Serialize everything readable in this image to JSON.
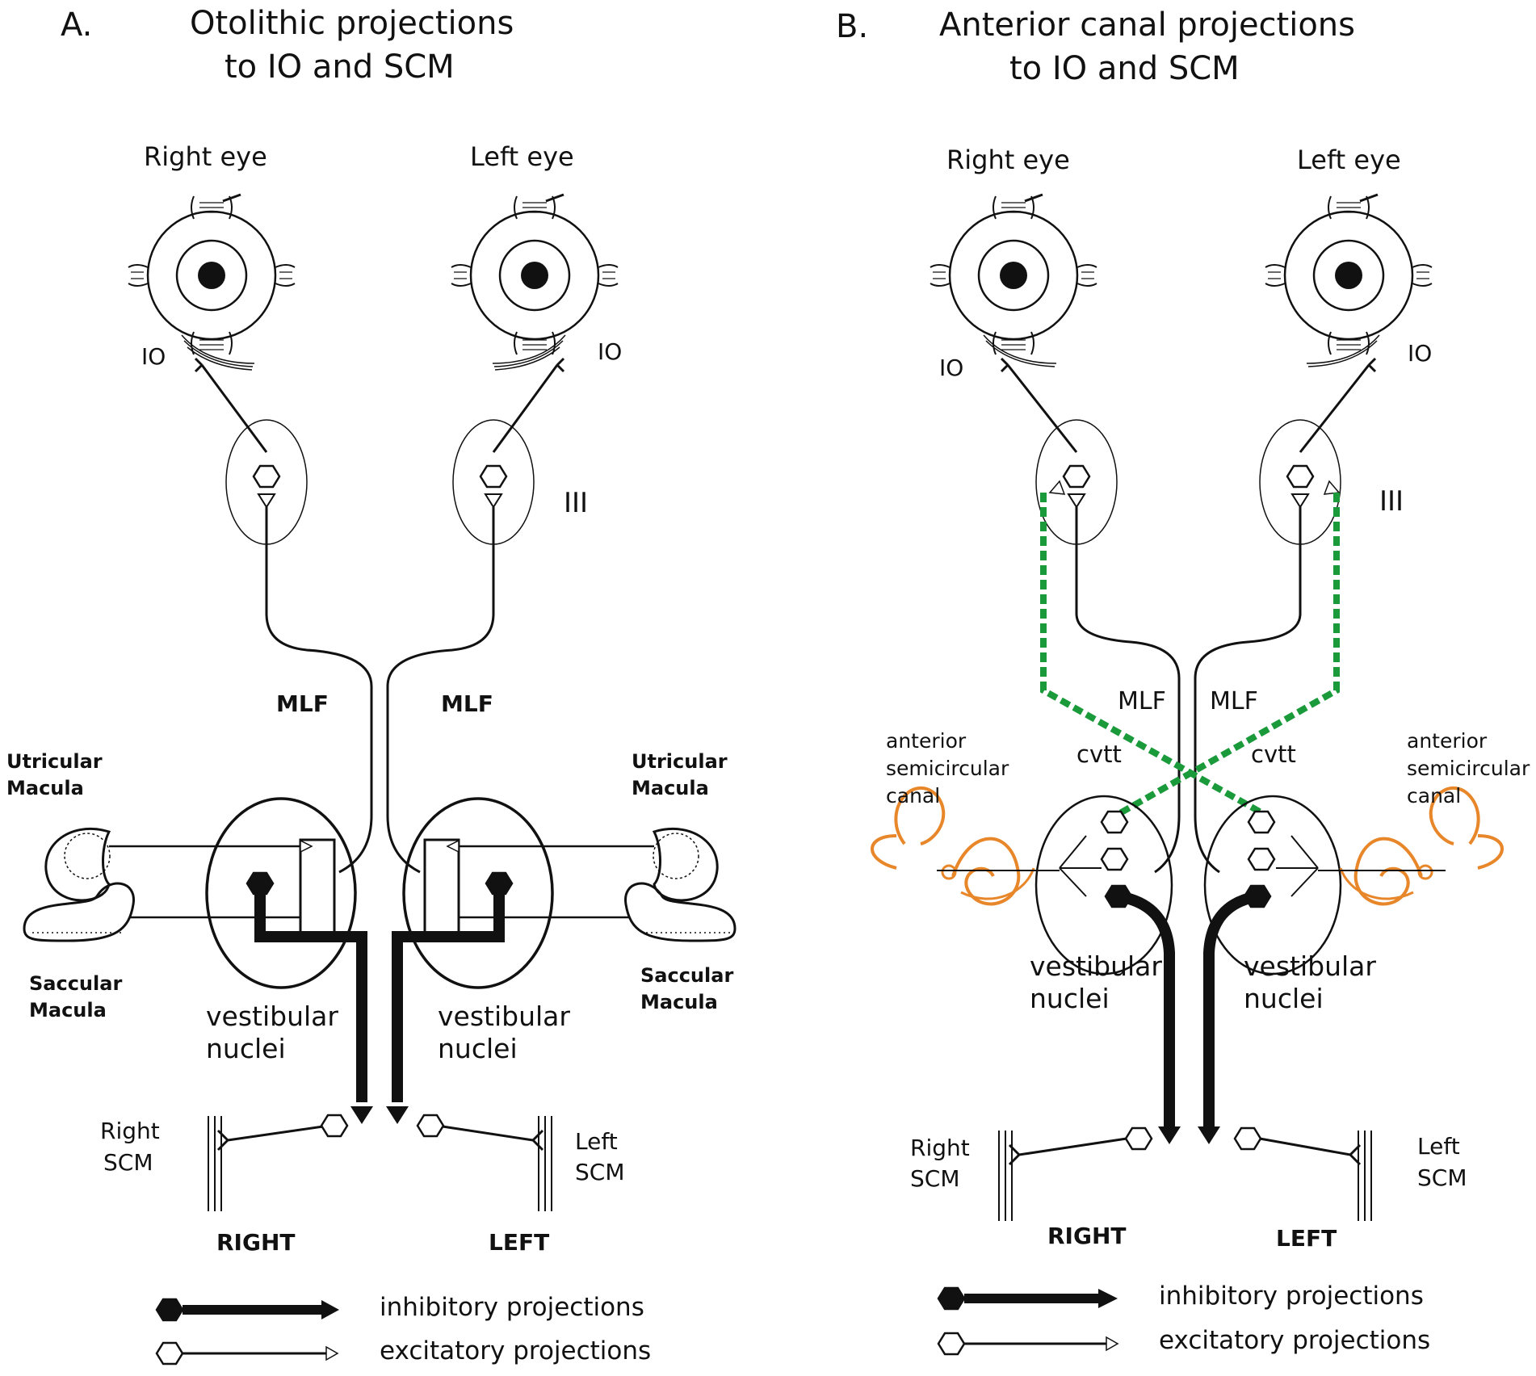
{
  "panelA": {
    "letter": "A.",
    "title_line1": "Otolithic projections",
    "title_line2": "to IO and SCM",
    "right_eye": "Right eye",
    "left_eye": "Left eye",
    "io_right": "IO",
    "io_left": "IO",
    "cn3": "III",
    "mlf_right": "MLF",
    "mlf_left": "MLF",
    "utricular_right_l1": "Utricular",
    "utricular_right_l2": "Macula",
    "utricular_left_l1": "Utricular",
    "utricular_left_l2": "Macula",
    "saccular_right_l1": "Saccular",
    "saccular_right_l2": "Macula",
    "saccular_left_l1": "Saccular",
    "saccular_left_l2": "Macula",
    "vn_right_l1": "vestibular",
    "vn_right_l2": "nuclei",
    "vn_left_l1": "vestibular",
    "vn_left_l2": "nuclei",
    "scm_right_l1": "Right",
    "scm_right_l2": "SCM",
    "scm_left_l1": "Left",
    "scm_left_l2": "SCM",
    "side_right": "RIGHT",
    "side_left": "LEFT",
    "legend_inhibitory": "inhibitory projections",
    "legend_excitatory": "excitatory projections"
  },
  "panelB": {
    "letter": "B.",
    "title_line1": "Anterior canal projections",
    "title_line2": "to IO and SCM",
    "right_eye": "Right eye",
    "left_eye": "Left eye",
    "io_right": "IO",
    "io_left": "IO",
    "cn3": "III",
    "mlf_right": "MLF",
    "mlf_left": "MLF",
    "cvtt_right": "cvtt",
    "cvtt_left": "cvtt",
    "canal_right_l1": "anterior",
    "canal_right_l2": "semicircular",
    "canal_right_l3": "canal",
    "canal_left_l1": "anterior",
    "canal_left_l2": "semicircular",
    "canal_left_l3": "canal",
    "vn_right_l1": "vestibular",
    "vn_right_l2": "nuclei",
    "vn_left_l1": "vestibular",
    "vn_left_l2": "nuclei",
    "scm_right_l1": "Right",
    "scm_right_l2": "SCM",
    "scm_left_l1": "Left",
    "scm_left_l2": "SCM",
    "side_right": "RIGHT",
    "side_left": "LEFT",
    "legend_inhibitory": "inhibitory projections",
    "legend_excitatory": "excitatory projections"
  },
  "colors": {
    "line": "#111111",
    "cvtt_pathway": "#1a9a3a",
    "canal": "#e8862a"
  }
}
